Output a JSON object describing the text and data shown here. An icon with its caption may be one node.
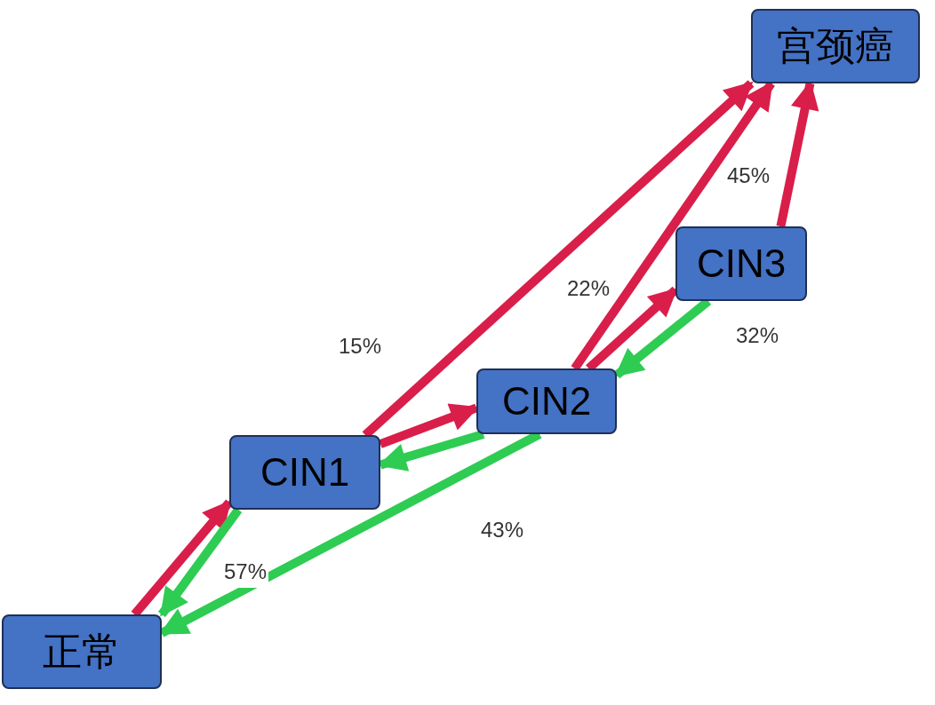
{
  "diagram": {
    "nodes": [
      {
        "text": [
          "正常"
        ]
      },
      {
        "text": [
          "CIN1"
        ]
      },
      {
        "text": [
          "CIN2"
        ]
      },
      {
        "text": [
          "CIN3"
        ]
      },
      {
        "text": [
          "宫颈癌"
        ]
      }
    ],
    "edges": [
      {
        "from": 0,
        "to": 1,
        "arrow": "to"
      },
      {
        "from": 1,
        "to": 0,
        "arrow": "to",
        "label": "57%",
        "color": "#2ecc52"
      },
      {
        "from": 1,
        "to": 2,
        "arrow": "to"
      },
      {
        "from": 2,
        "to": 1,
        "arrow": "to",
        "color": "#2ecc52"
      },
      {
        "from": 2,
        "to": 0,
        "arrow": "to",
        "label": "43%",
        "color": "#2ecc52"
      },
      {
        "from": 1,
        "to": 4,
        "arrow": "to",
        "label": "15%"
      },
      {
        "from": 2,
        "to": 3,
        "arrow": "to"
      },
      {
        "from": 3,
        "to": 2,
        "arrow": "to",
        "label": "32%",
        "color": "#2ecc52"
      },
      {
        "from": 2,
        "to": 4,
        "arrow": "to",
        "label": "22%"
      },
      {
        "from": 3,
        "to": 4,
        "arrow": "to",
        "label": "45%"
      }
    ]
  }
}
